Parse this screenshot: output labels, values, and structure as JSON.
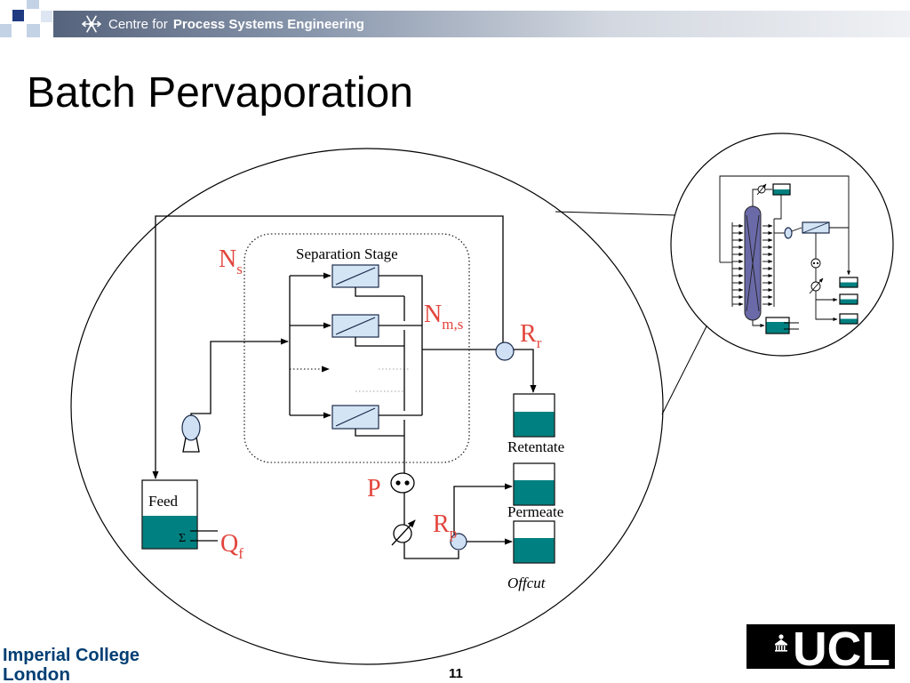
{
  "header": {
    "centre_for": "Centre for",
    "centre_name": "Process Systems Engineering",
    "logo_icon": "snowflake-icon"
  },
  "slide": {
    "title": "Batch Pervaporation",
    "page_number": "11"
  },
  "diagram": {
    "stage_label": "Separation Stage",
    "labels": {
      "ns": {
        "main": "N",
        "sub": "s"
      },
      "nms": {
        "main": "N",
        "sub": "m,s"
      },
      "rr": {
        "main": "R",
        "sub": "r"
      },
      "p": {
        "main": "P"
      },
      "rp": {
        "main": "R",
        "sub": "p"
      },
      "qf": {
        "main": "Q",
        "sub": "f"
      }
    },
    "tanks": {
      "feed": {
        "label": "Feed",
        "symbol": "Σ"
      },
      "retentate": {
        "label": "Retentate"
      },
      "permeate": {
        "label": "Permeate"
      },
      "offcut": {
        "label": "Offcut"
      }
    },
    "icons": [
      "pump-icon",
      "valve-icon",
      "splitter-icon",
      "membrane-module-icon",
      "distillation-column-icon",
      "heating-coil-icon"
    ]
  },
  "footer": {
    "imperial_line1": "Imperial College",
    "imperial_line2": "London",
    "ucl_logo_text": "UCL",
    "ucl_icon": "portico-icon"
  },
  "colors": {
    "label_red": "#e2453c",
    "liquid_teal": "#008080",
    "module_fill": "#d3e4f5",
    "column_purple": "#6a6aa8",
    "imperial_blue": "#003e74",
    "header_band_dark": "#56637c",
    "header_band_light": "#eff1f4",
    "ucl_background": "#000000"
  }
}
